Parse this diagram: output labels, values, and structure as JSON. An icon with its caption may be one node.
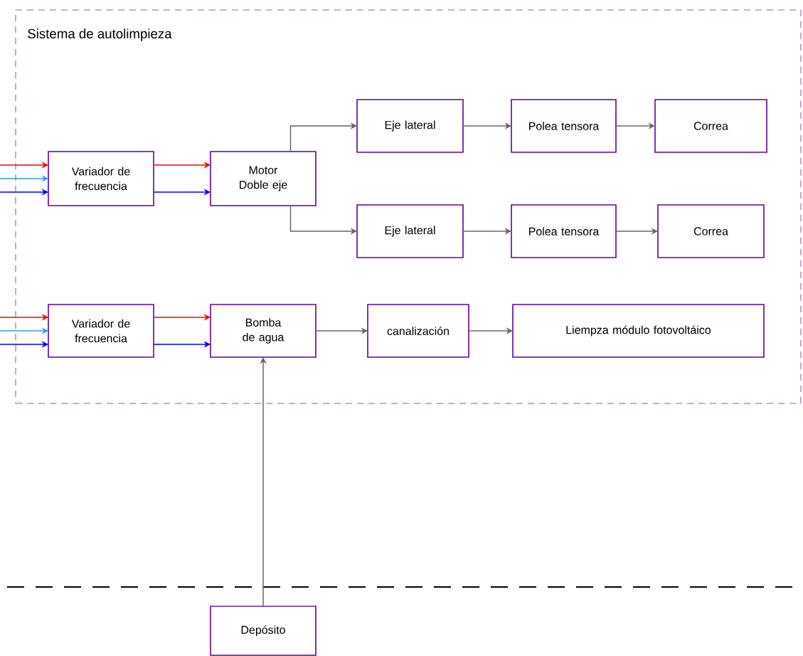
{
  "diagram": {
    "nodes": [
      {
        "text": [
          "Sistema de autolimpieza"
        ]
      },
      {
        "text": [
          "Variador de frecuencia"
        ],
        "in": 0
      },
      {
        "text": [
          "Motor Doble eje"
        ],
        "in": 0
      },
      {
        "text": [
          "Eje lateral"
        ],
        "in": 0
      },
      {
        "text": [
          "Polea tensora"
        ],
        "in": 0
      },
      {
        "text": [
          "Correa"
        ],
        "in": 0
      },
      {
        "text": [
          "Eje lateral"
        ],
        "in": 0
      },
      {
        "text": [
          "Polea tensora"
        ],
        "in": 0
      },
      {
        "text": [
          "Correa"
        ],
        "in": 0
      },
      {
        "text": [
          "Variador de frecuencia"
        ],
        "in": 0
      },
      {
        "text": [
          "Bomba de agua"
        ],
        "in": 0
      },
      {
        "text": [
          "canalización"
        ],
        "in": 0
      },
      {
        "text": [
          "Liempza módulo fotovoltáico"
        ],
        "in": 0
      },
      {
        "text": [
          "Depósito"
        ]
      }
    ],
    "edges": [
      {
        "from": null,
        "to": 1,
        "arrow": "to",
        "color": "#ff0000"
      },
      {
        "from": null,
        "to": 1,
        "arrow": "to",
        "color": "#3399ff"
      },
      {
        "from": null,
        "to": 1,
        "arrow": "to",
        "color": "#0000ff"
      },
      {
        "from": 1,
        "to": 2,
        "arrow": "to",
        "color": "#ff0000"
      },
      {
        "from": 1,
        "to": 2,
        "arrow": "to",
        "color": "#0000ff"
      },
      {
        "from": 2,
        "to": 3,
        "arrow": "to"
      },
      {
        "from": 2,
        "to": 6,
        "arrow": "to"
      },
      {
        "from": 3,
        "to": 4,
        "arrow": "to"
      },
      {
        "from": 4,
        "to": 5,
        "arrow": "to"
      },
      {
        "from": 6,
        "to": 7,
        "arrow": "to"
      },
      {
        "from": 7,
        "to": 8,
        "arrow": "to"
      },
      {
        "from": null,
        "to": 9,
        "arrow": "to",
        "color": "#ff0000"
      },
      {
        "from": null,
        "to": 9,
        "arrow": "to",
        "color": "#3399ff"
      },
      {
        "from": null,
        "to": 9,
        "arrow": "to",
        "color": "#0000ff"
      },
      {
        "from": 9,
        "to": 10,
        "arrow": "to",
        "color": "#ff0000"
      },
      {
        "from": 9,
        "to": 10,
        "arrow": "to",
        "color": "#0000ff"
      },
      {
        "from": 10,
        "to": 11,
        "arrow": "to"
      },
      {
        "from": 11,
        "to": 12,
        "arrow": "to"
      },
      {
        "from": 13,
        "to": 10,
        "arrow": "to"
      }
    ]
  }
}
